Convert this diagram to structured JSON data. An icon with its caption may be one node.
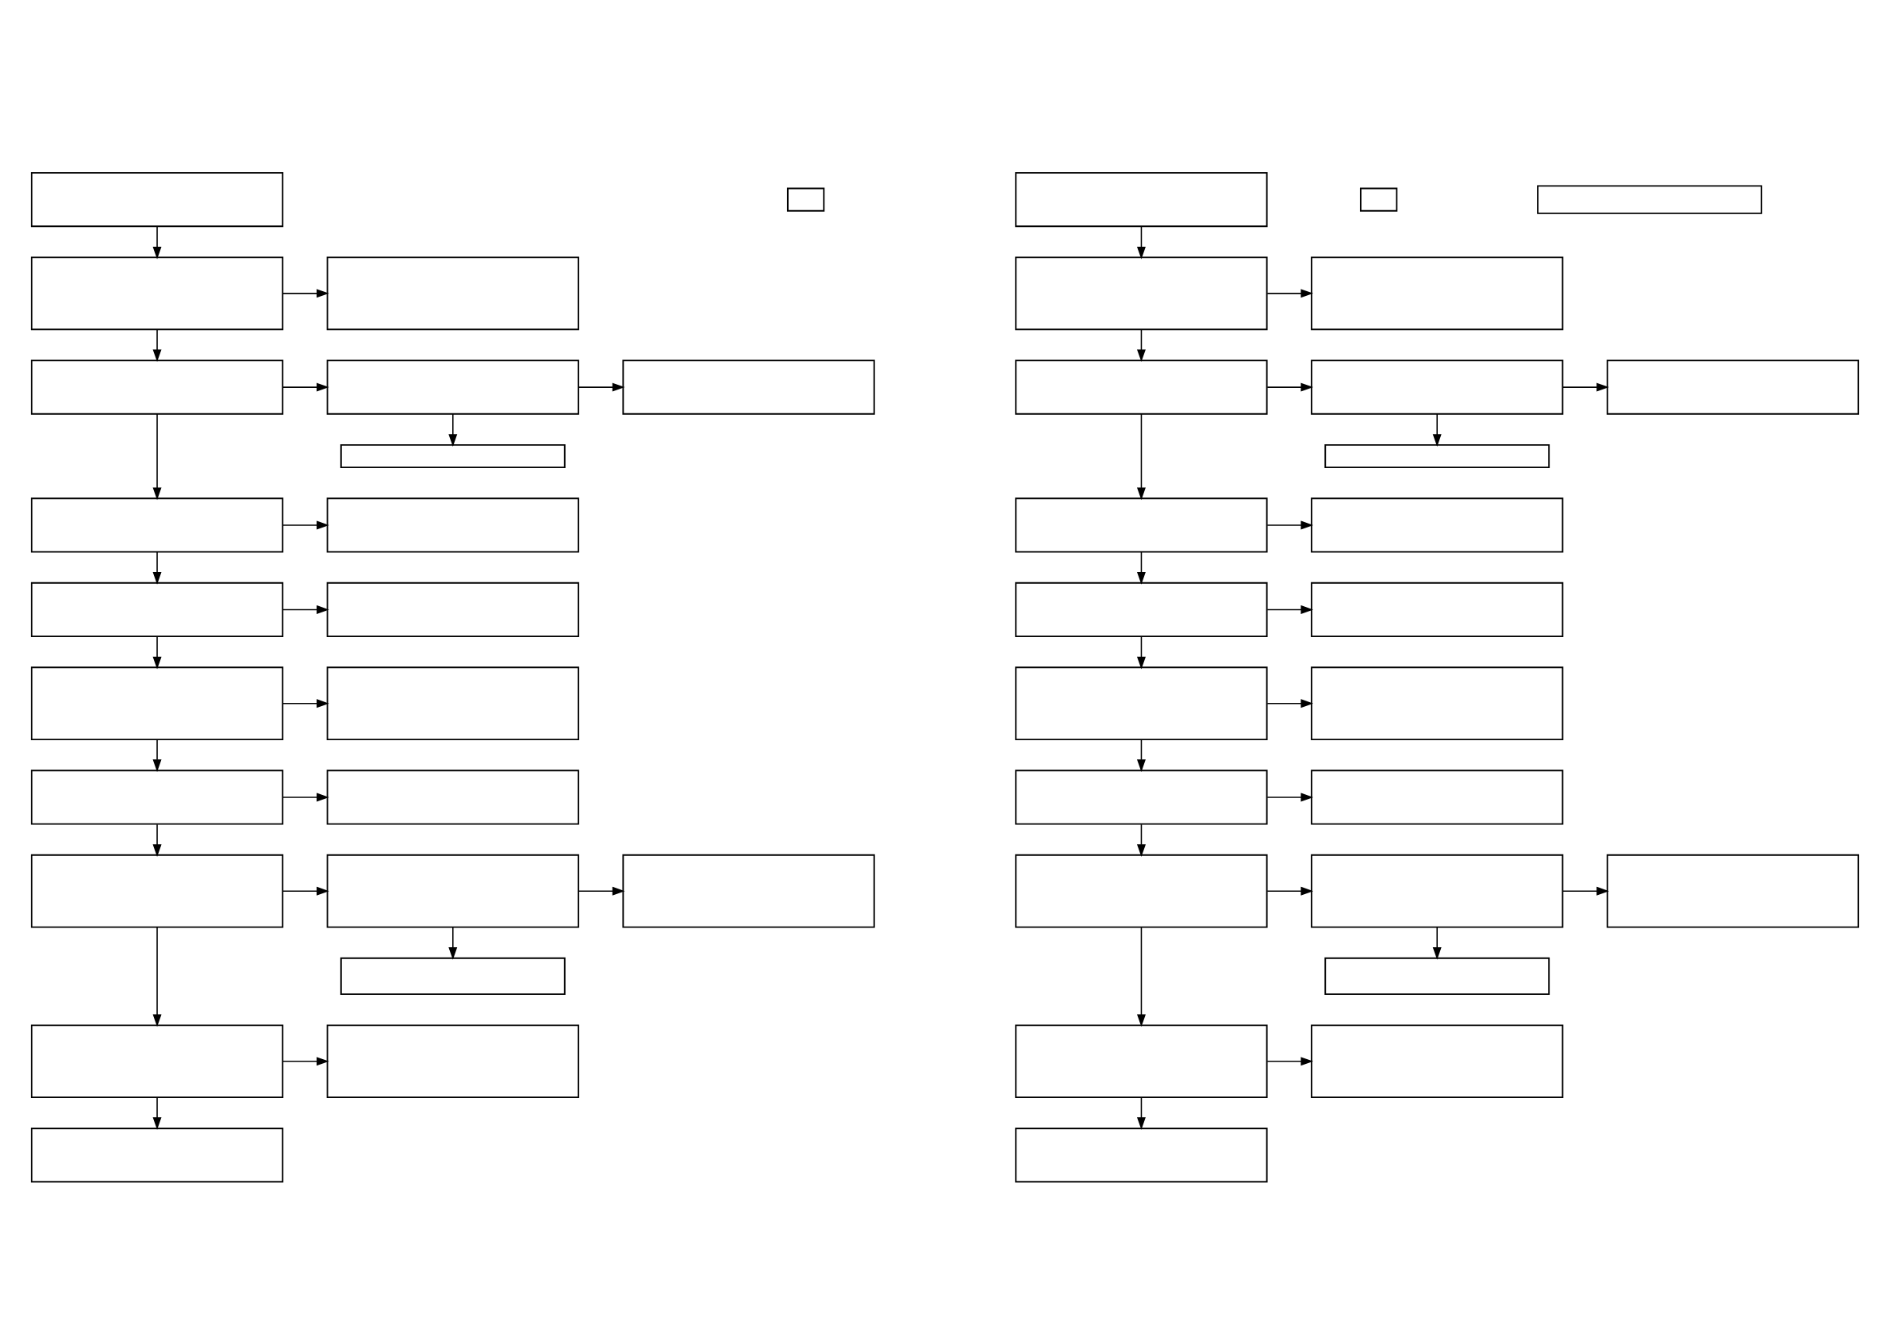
{
  "diagram": {
    "nodes": [
      {
        "text": [],
        "shape": "box"
      },
      {
        "text": [],
        "shape": "box"
      },
      {
        "text": [],
        "shape": "box"
      },
      {
        "text": [],
        "shape": "box"
      },
      {
        "text": [],
        "shape": "box"
      },
      {
        "text": [],
        "shape": "box"
      },
      {
        "text": [],
        "shape": "box"
      },
      {
        "text": [],
        "shape": "box"
      },
      {
        "text": [],
        "shape": "box"
      },
      {
        "text": [],
        "shape": "box"
      },
      {
        "text": [],
        "shape": "box"
      },
      {
        "text": [],
        "shape": "box"
      },
      {
        "text": [],
        "shape": "box"
      },
      {
        "text": [],
        "shape": "box"
      },
      {
        "text": [],
        "shape": "box"
      },
      {
        "text": [],
        "shape": "box"
      },
      {
        "text": [],
        "shape": "box"
      },
      {
        "text": [],
        "shape": "box"
      },
      {
        "text": [],
        "shape": "box"
      },
      {
        "text": [],
        "shape": "box"
      },
      {
        "text": [],
        "shape": "box"
      },
      {
        "text": [],
        "shape": "box"
      },
      {
        "text": [],
        "shape": "box"
      },
      {
        "text": [],
        "shape": "box"
      },
      {
        "text": [],
        "shape": "box"
      },
      {
        "text": [],
        "shape": "box"
      },
      {
        "text": [],
        "shape": "box"
      },
      {
        "text": [],
        "shape": "box"
      },
      {
        "text": [],
        "shape": "box"
      },
      {
        "text": [],
        "shape": "box"
      },
      {
        "text": [],
        "shape": "box"
      },
      {
        "text": [],
        "shape": "box"
      },
      {
        "text": [],
        "shape": "box"
      },
      {
        "text": [],
        "shape": "box"
      },
      {
        "text": [],
        "shape": "box"
      },
      {
        "text": [],
        "shape": "box"
      },
      {
        "text": [],
        "shape": "box"
      },
      {
        "text": [],
        "shape": "box"
      },
      {
        "text": [],
        "shape": "box"
      },
      {
        "text": [],
        "shape": "box"
      },
      {
        "text": [],
        "shape": "box"
      },
      {
        "text": [],
        "shape": "box"
      },
      {
        "text": [],
        "shape": "box"
      },
      {
        "text": [],
        "shape": "box"
      },
      {
        "text": [],
        "shape": "box"
      },
      {
        "text": [],
        "shape": "box"
      },
      {
        "text": [],
        "shape": "box"
      }
    ],
    "edges": [
      {
        "from": 1,
        "to": 2,
        "arrow": "to"
      },
      {
        "from": 2,
        "to": 3,
        "arrow": "to"
      },
      {
        "from": 2,
        "to": 4,
        "arrow": "to"
      },
      {
        "from": 4,
        "to": 5,
        "arrow": "to"
      },
      {
        "from": 5,
        "to": 6,
        "arrow": "to"
      },
      {
        "from": 5,
        "to": 7,
        "arrow": "to"
      },
      {
        "from": 4,
        "to": 8,
        "arrow": "to"
      },
      {
        "from": 8,
        "to": 9,
        "arrow": "to"
      },
      {
        "from": 8,
        "to": 10,
        "arrow": "to"
      },
      {
        "from": 10,
        "to": 11,
        "arrow": "to"
      },
      {
        "from": 10,
        "to": 12,
        "arrow": "to"
      },
      {
        "from": 12,
        "to": 13,
        "arrow": "to"
      },
      {
        "from": 12,
        "to": 14,
        "arrow": "to"
      },
      {
        "from": 14,
        "to": 15,
        "arrow": "to"
      },
      {
        "from": 14,
        "to": 16,
        "arrow": "to"
      },
      {
        "from": 16,
        "to": 17,
        "arrow": "to"
      },
      {
        "from": 17,
        "to": 18,
        "arrow": "to"
      },
      {
        "from": 17,
        "to": 19,
        "arrow": "to"
      },
      {
        "from": 16,
        "to": 20,
        "arrow": "to"
      },
      {
        "from": 20,
        "to": 21,
        "arrow": "to"
      },
      {
        "from": 20,
        "to": 22,
        "arrow": "to"
      },
      {
        "from": 25,
        "to": 26,
        "arrow": "to"
      },
      {
        "from": 26,
        "to": 27,
        "arrow": "to"
      },
      {
        "from": 26,
        "to": 28,
        "arrow": "to"
      },
      {
        "from": 28,
        "to": 29,
        "arrow": "to"
      },
      {
        "from": 29,
        "to": 30,
        "arrow": "to"
      },
      {
        "from": 29,
        "to": 31,
        "arrow": "to"
      },
      {
        "from": 28,
        "to": 32,
        "arrow": "to"
      },
      {
        "from": 32,
        "to": 33,
        "arrow": "to"
      },
      {
        "from": 32,
        "to": 34,
        "arrow": "to"
      },
      {
        "from": 34,
        "to": 35,
        "arrow": "to"
      },
      {
        "from": 34,
        "to": 36,
        "arrow": "to"
      },
      {
        "from": 36,
        "to": 37,
        "arrow": "to"
      },
      {
        "from": 36,
        "to": 38,
        "arrow": "to"
      },
      {
        "from": 38,
        "to": 39,
        "arrow": "to"
      },
      {
        "from": 38,
        "to": 40,
        "arrow": "to"
      },
      {
        "from": 40,
        "to": 41,
        "arrow": "to"
      },
      {
        "from": 41,
        "to": 42,
        "arrow": "to"
      },
      {
        "from": 41,
        "to": 43,
        "arrow": "to"
      },
      {
        "from": 40,
        "to": 44,
        "arrow": "to"
      },
      {
        "from": 44,
        "to": 45,
        "arrow": "to"
      },
      {
        "from": 44,
        "to": 46,
        "arrow": "to"
      }
    ]
  }
}
